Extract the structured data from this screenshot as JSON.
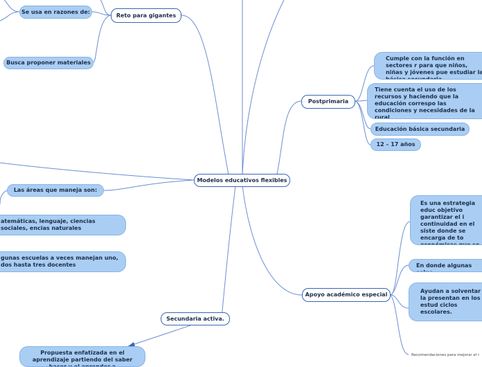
{
  "central": "Modelos educativos flexibles",
  "branches": {
    "reto": {
      "title": "Reto para gigantes",
      "children": [
        "Se usa en razones de:",
        "Busca proponer materiales"
      ]
    },
    "areas": {
      "title": "Las áreas que maneja son:",
      "children": [
        "atemáticas, lenguaje, ciencias sociales, encias naturales",
        "gunas escuelas a veces manejan uno, dos hasta tres docentes"
      ]
    },
    "postprimaria": {
      "title": "Postprimaria",
      "children": [
        "Cumple con la función en sectores r para que niños, niñas y jóvenes pue estudiar la básica secundaria.",
        "Tiene cuenta el uso de los recursos y haciendo que la educación correspo las condiciones y necesidades de la rural",
        "Educación básica secundaria",
        "12 – 17 años"
      ]
    },
    "apoyo": {
      "title": "Apoyo académico especial",
      "children": [
        "Es una estrategia educ objetivo garantizar el i continuidad en el siste donde se encarga de to económicas que se pue presentar.",
        "En donde algunas soluc",
        "Ayudan a solventar la presentan en los estud ciclos escolares.",
        "Recomendaciones para mejorar el r"
      ]
    },
    "secundaria": {
      "title": "Secundaria activa.",
      "children": [
        "Propuesta enfatizada en el aprendizaje partiendo del saber hacer y el aprender a"
      ]
    }
  }
}
